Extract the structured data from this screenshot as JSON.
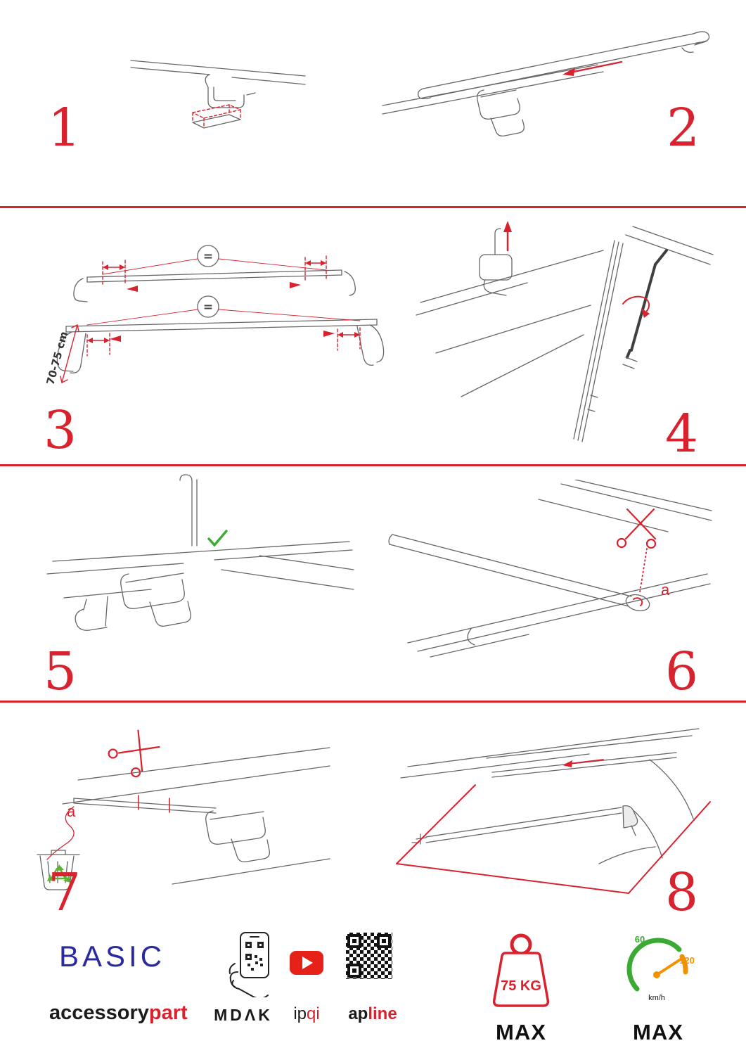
{
  "colors": {
    "accent": "#d8232f",
    "brand_blue": "#2b2b9e",
    "check_green": "#3aaa35",
    "recycle_green": "#5cb531",
    "gauge_orange": "#f39200",
    "youtube_red": "#e62117",
    "line_gray": "#666666"
  },
  "steps": {
    "s1": {
      "number": "1"
    },
    "s2": {
      "number": "2"
    },
    "s3": {
      "number": "3",
      "dimension": "70-75 cm",
      "equal": "="
    },
    "s4": {
      "number": "4"
    },
    "s5": {
      "number": "5"
    },
    "s6": {
      "number": "6",
      "label_a": "a"
    },
    "s7": {
      "number": "7",
      "label_a": "a"
    },
    "s8": {
      "number": "8"
    }
  },
  "icons": {
    "scissors": "cut",
    "check": "ok",
    "trash": "discard",
    "recycle": "recycle",
    "youtube_play": "play",
    "qr_code": "qr",
    "phone_qr": "scan-qr",
    "weight": "max-load",
    "speedometer": "max-speed"
  },
  "footer": {
    "brand": "BASIC",
    "brand_sub": {
      "black": "accessory",
      "red": "part"
    },
    "partners": {
      "mdak": "MDΛK",
      "ipqi_black": "ip",
      "ipqi_red": "qi",
      "apline_black": "ap",
      "apline_red": "line"
    },
    "weight": {
      "value": "75 KG",
      "max": "MAX"
    },
    "speed": {
      "low": "60",
      "high": "120",
      "unit": "km/h",
      "max": "MAX"
    }
  }
}
